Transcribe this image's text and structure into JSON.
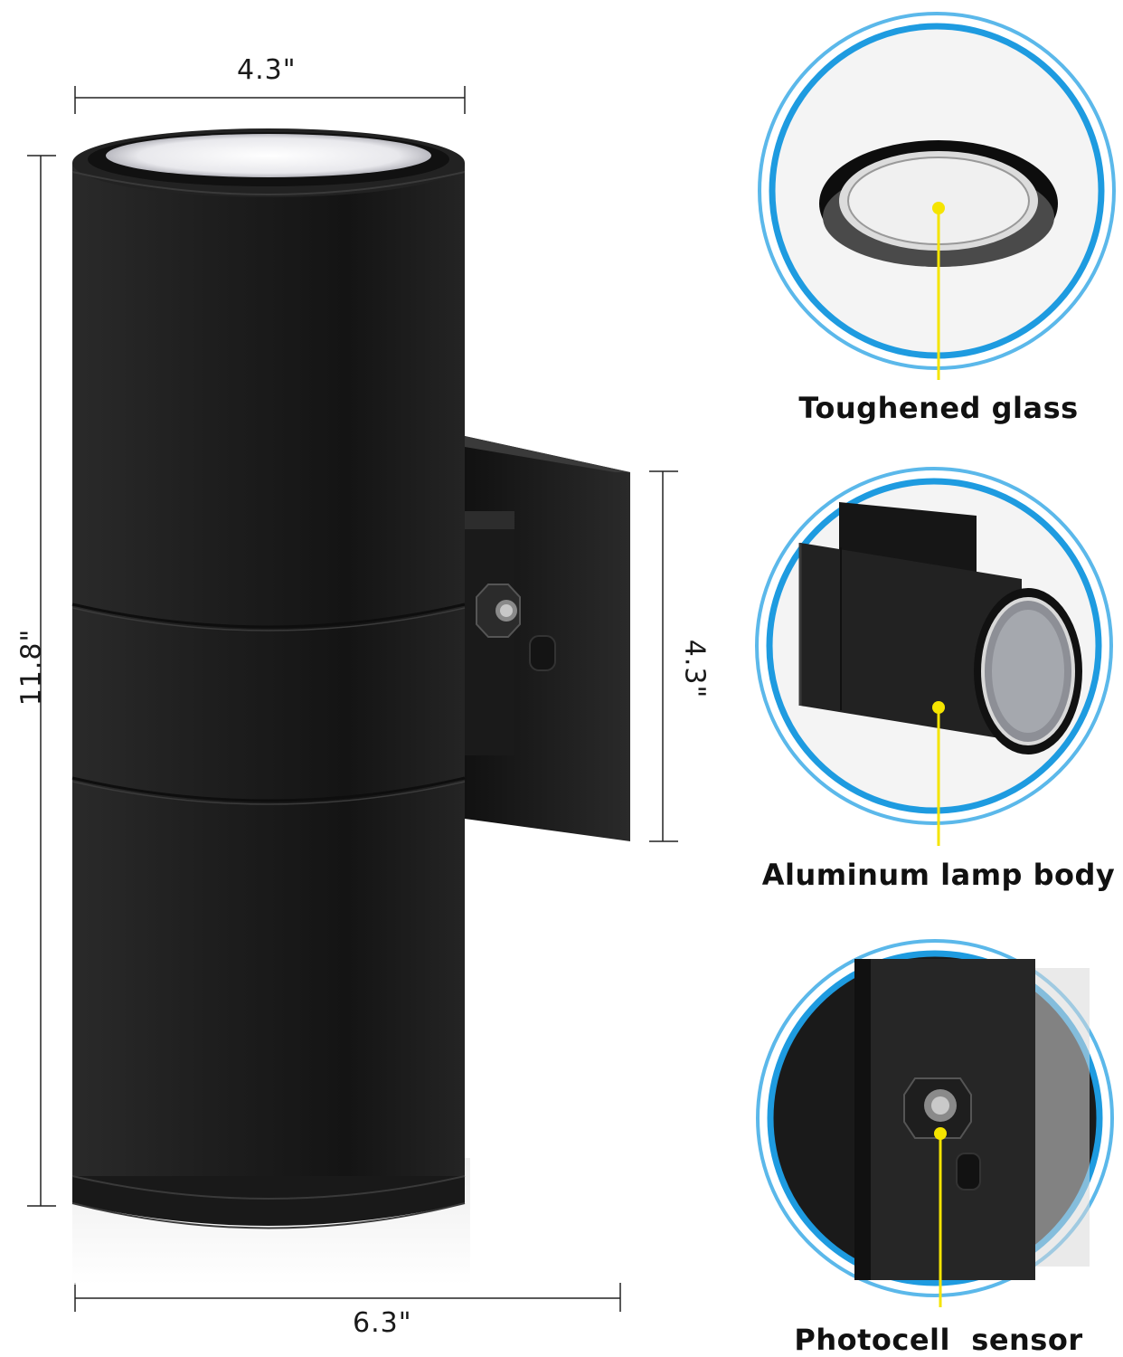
{
  "dimensions": {
    "top_width": "4.3\"",
    "height": "11.8\"",
    "plate_height": "4.3\"",
    "depth": "6.3\""
  },
  "features": [
    {
      "label": "Toughened glass"
    },
    {
      "label": "Aluminum lamp body"
    },
    {
      "label": "Photocell  sensor"
    }
  ],
  "colors": {
    "circle_ring": "#1e9be0",
    "circle_ring_outer": "#5bb8ea",
    "callout": "#f5e400",
    "lamp_body": "#1b1b1b"
  }
}
